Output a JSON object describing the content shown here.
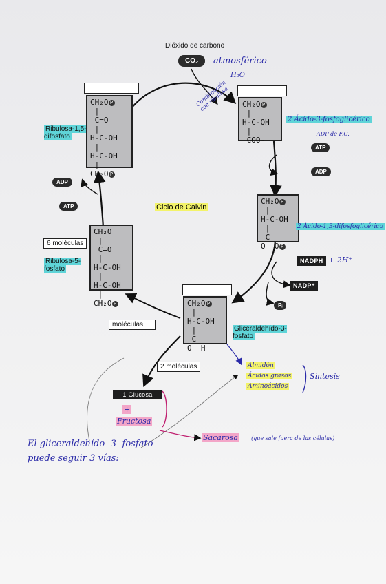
{
  "diagram": {
    "co2_title": "Dióxido de carbono",
    "co2_pill": "CO₂",
    "co2_annotation": "atmosférico",
    "h2o_annotation": "H₂O",
    "enzyme_annotation": "Combinación con ribulosa",
    "cycle_title": "Ciclo de Calvin",
    "ribulosa_difosfato": "Ribulosa-1,5-difosfato",
    "acido_fosfoglicerico": "2 Ácido-3-fosfoglicérico",
    "adp_de_fc": "ADP de F.C.",
    "acido_difosfoglicerico": "2 Ácido-1,3-difosfoglicérico",
    "nadph": "NADPH",
    "plus_2h": "+ 2H⁺",
    "nadp": "NADP⁺",
    "pi": "Pᵢ",
    "seis_moleculas": "6 moléculas",
    "ribulosa_fosfato": "Ribulosa-5-fosfato",
    "moleculas": "moléculas",
    "gliceraldehido": "Gliceraldehído-3-fosfato",
    "dos_moleculas": "2 moléculas",
    "glucosa": "1 Glucosa",
    "plus": "+",
    "fructosa": "Fructosa",
    "sacarosa": "Sacarosa",
    "sacarosa_note": "(que sale fuera de las células)",
    "almidon": "Almidón",
    "acidos_grasos": "Ácidos grasos",
    "aminoacidos": "Aminoácidos",
    "sintesis": "Síntesis",
    "footer_line1": "El gliceraldehído -3- fosfato",
    "footer_line2": "puede seguir 3 vías:",
    "atp": "ATP",
    "adp": "ADP",
    "ch2o": "CH₂O",
    "p": "P"
  }
}
